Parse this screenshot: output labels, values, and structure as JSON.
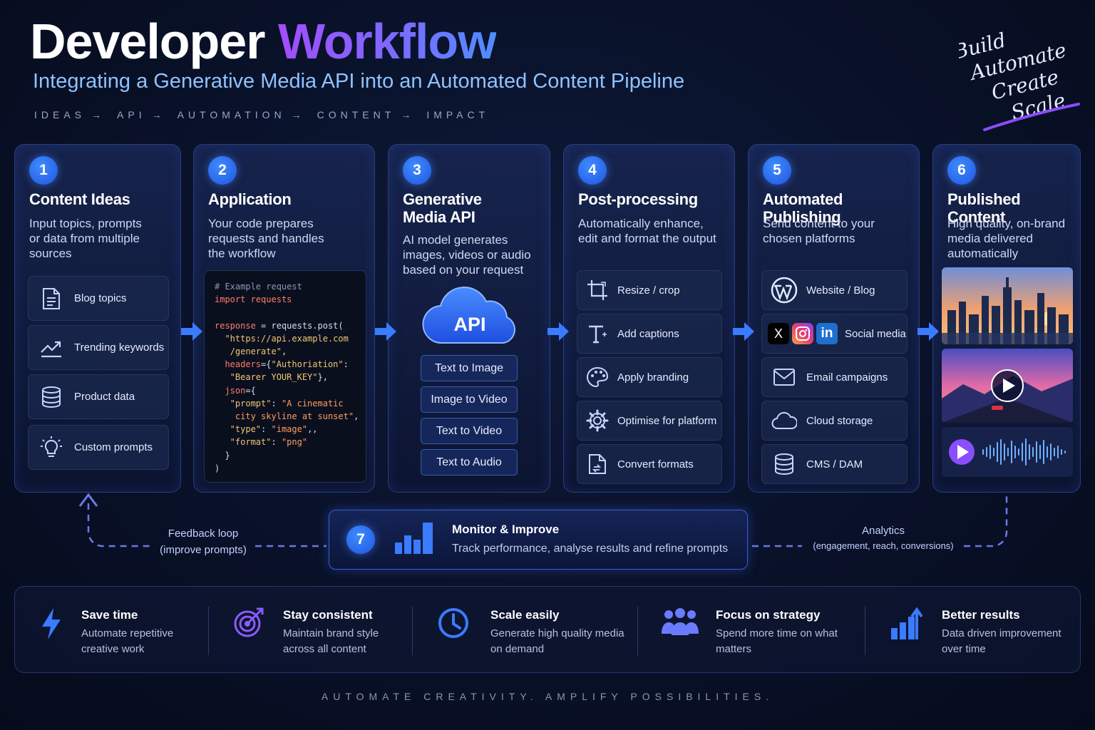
{
  "header": {
    "title_part1": "Developer",
    "title_part2": "Workflow",
    "subtitle": "Integrating a Generative Media API into an Automated Content Pipeline",
    "flow": [
      "IDEAS",
      "API",
      "AUTOMATION",
      "CONTENT",
      "IMPACT"
    ],
    "flow_arrow": "→",
    "tagline": [
      "Build",
      "Automate",
      "Create",
      "Scale"
    ]
  },
  "steps": [
    {
      "number": "1",
      "title": "Content Ideas",
      "desc": [
        "Input topics, prompts",
        "or data from multiple",
        "sources"
      ],
      "items": [
        {
          "label": "Blog topics",
          "icon": "document-icon"
        },
        {
          "label": "Trending keywords",
          "icon": "trending-icon"
        },
        {
          "label": "Product data",
          "icon": "database-icon"
        },
        {
          "label": "Custom prompts",
          "icon": "lightbulb-icon"
        }
      ]
    },
    {
      "number": "2",
      "title": "Application",
      "desc": [
        "Your code prepares",
        "requests and handles",
        "the workflow"
      ],
      "code": {
        "comment": "# Example request",
        "import_kw": "import",
        "import_mod": "requests",
        "l_resp": "response",
        "l_eq": " = requests.post(",
        "url1": "\"https://api.example.com",
        "url2": "/generate\"",
        "headers_kw": "headers",
        "headers_key": "\"Authoriation\"",
        "bearer": "\"Bearer YOUR_KEY\"",
        "json_kw": "json",
        "prompt_key": "\"prompt\"",
        "prompt_v1": "\"A cinematic",
        "prompt_v2": "city skyline at sunset\"",
        "type_key": "\"type\"",
        "type_val": "\"image\"",
        "format_key": "\"format\"",
        "format_val": "\"png\""
      }
    },
    {
      "number": "3",
      "title_lines": [
        "Generative",
        "Media API"
      ],
      "desc": [
        "AI model generates",
        "images, videos or audio",
        "based on your request"
      ],
      "cloud_label": "API",
      "modes": [
        "Text to Image",
        "Image to Video",
        "Text to Video",
        "Text to Audio"
      ]
    },
    {
      "number": "4",
      "title": "Post-processing",
      "desc": [
        "Automatically enhance,",
        "edit and format the output"
      ],
      "items": [
        {
          "label": "Resize / crop",
          "icon": "crop-icon"
        },
        {
          "label": "Add captions",
          "icon": "text-icon"
        },
        {
          "label": "Apply branding",
          "icon": "palette-icon"
        },
        {
          "label": "Optimise for platform",
          "icon": "gear-icon"
        },
        {
          "label": "Convert formats",
          "icon": "file-convert-icon"
        }
      ]
    },
    {
      "number": "5",
      "title": "Automated Publishing",
      "desc": [
        "Send content to your",
        "chosen platforms"
      ],
      "items": [
        {
          "label": "Website / Blog",
          "icon": "wordpress-icon"
        },
        {
          "label": "Social media",
          "icon": "social-icons"
        },
        {
          "label": "Email campaigns",
          "icon": "mail-icon"
        },
        {
          "label": "Cloud storage",
          "icon": "cloud-icon"
        },
        {
          "label": "CMS / DAM",
          "icon": "database-icon"
        }
      ],
      "social_glyphs": [
        "X",
        "in"
      ]
    },
    {
      "number": "6",
      "title": "Published Content",
      "desc": [
        "High quality, on-brand",
        "media delivered",
        "automatically"
      ],
      "media": [
        "city-skyline-image",
        "video-thumbnail",
        "audio-waveform"
      ]
    }
  ],
  "monitor": {
    "number": "7",
    "title": "Monitor & Improve",
    "desc": "Track performance, analyse results and refine prompts"
  },
  "loops": {
    "feedback_l1": "Feedback loop",
    "feedback_l2": "(improve prompts)",
    "analytics_l1": "Analytics",
    "analytics_l2": "(engagement, reach, conversions)"
  },
  "benefits": [
    {
      "title": "Save time",
      "desc": [
        "Automate repetitive",
        "creative work"
      ],
      "icon": "lightning-icon"
    },
    {
      "title": "Stay consistent",
      "desc": [
        "Maintain brand style",
        "across all content"
      ],
      "icon": "target-icon"
    },
    {
      "title": "Scale easily",
      "desc": [
        "Generate high quality media",
        "on demand"
      ],
      "icon": "clock-icon"
    },
    {
      "title": "Focus on strategy",
      "desc": [
        "Spend more time on what",
        "matters"
      ],
      "icon": "team-icon"
    },
    {
      "title": "Better results",
      "desc": [
        "Data driven improvement",
        "over time"
      ],
      "icon": "growth-icon"
    }
  ],
  "footer": "AUTOMATE CREATIVITY. AMPLIFY POSSIBILITIES.",
  "colors": {
    "accent": "#2f6bff",
    "purple": "#a24dff",
    "subtitle": "#8fc2ff",
    "background": "#091128"
  }
}
